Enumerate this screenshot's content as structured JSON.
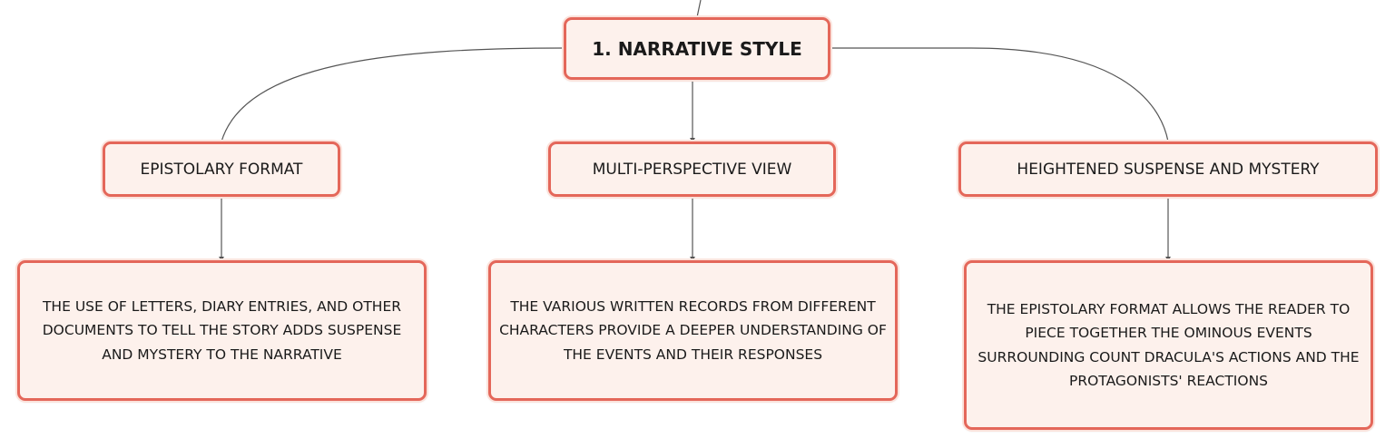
{
  "root": {
    "label": "1. NARRATIVE STYLE"
  },
  "topics": [
    {
      "label": "EPISTOLARY FORMAT",
      "detail": "THE USE OF LETTERS, DIARY ENTRIES, AND OTHER DOCUMENTS TO TELL THE STORY ADDS SUSPENSE AND MYSTERY TO THE NARRATIVE"
    },
    {
      "label": "MULTI-PERSPECTIVE VIEW",
      "detail": "THE VARIOUS WRITTEN RECORDS FROM DIFFERENT CHARACTERS PROVIDE A DEEPER UNDERSTANDING OF THE EVENTS AND THEIR RESPONSES"
    },
    {
      "label": "HEIGHTENED SUSPENSE AND MYSTERY",
      "detail": "THE EPISTOLARY FORMAT ALLOWS THE READER TO PIECE TOGETHER THE OMINOUS EVENTS SURROUNDING COUNT DRACULA'S ACTIONS AND THE PROTAGONISTS' REACTIONS"
    }
  ],
  "colors": {
    "node_border": "#e4675a",
    "node_fill": "#fdf1ec",
    "connector": "#555555"
  }
}
